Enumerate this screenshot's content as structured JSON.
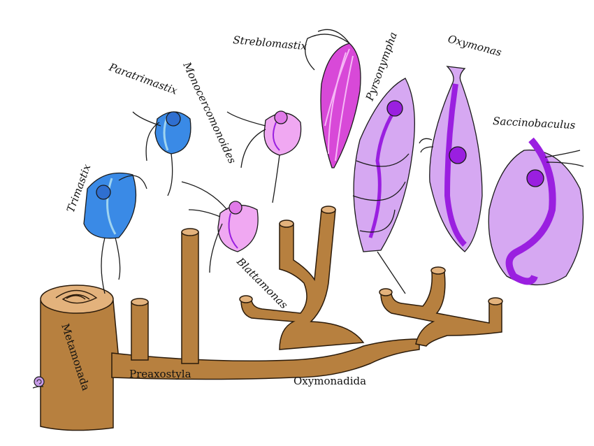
{
  "diagram": {
    "branch_labels": {
      "root": "Metamonada",
      "preaxostyla": "Preaxostyla",
      "oxymonadida": "Oxymonadida"
    },
    "organisms": [
      {
        "key": "trimastix",
        "name": "Trimastix",
        "color": "#3a8ae6"
      },
      {
        "key": "paratrimastix",
        "name": "Paratrimastix",
        "color": "#3a8ae6"
      },
      {
        "key": "monocercomonoides",
        "name": "Monocercomonoides",
        "color": "#f0a8f2"
      },
      {
        "key": "blattamonas",
        "name": "Blattamonas",
        "color": "#f0a8f2"
      },
      {
        "key": "streblomastix",
        "name": "Streblomastix",
        "color": "#d849d8"
      },
      {
        "key": "pyrsonympha",
        "name": "Pyrsonympha",
        "color": "#d6a8f2"
      },
      {
        "key": "oxymonas",
        "name": "Oxymonas",
        "color": "#d6a8f2"
      },
      {
        "key": "saccinobaculus",
        "name": "Saccinobaculus",
        "color": "#d6a8f2"
      }
    ],
    "colors": {
      "trunk": "#b7803f",
      "trunk_top": "#e3b27c",
      "axostyle": "#9a1fe0",
      "outline": "#1a1a1a",
      "snail": "#c79be8"
    }
  }
}
